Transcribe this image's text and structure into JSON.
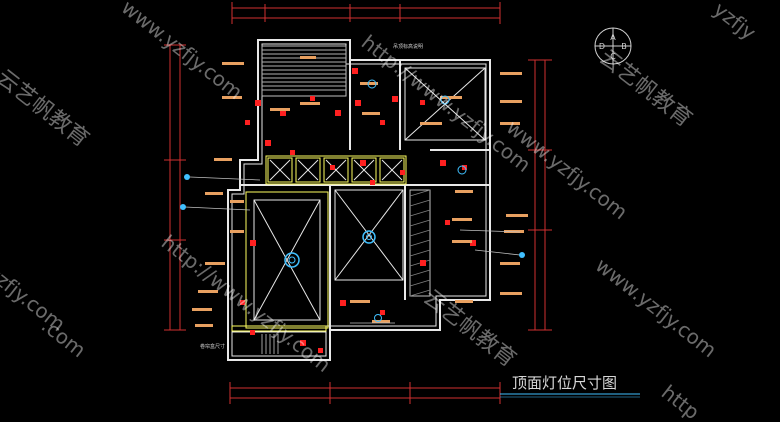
{
  "drawing": {
    "title": "顶面灯位尺寸图",
    "small_label_top": "吊顶标高说明",
    "small_label_bottom": "卷帘盒尺寸",
    "compass_letters": [
      "A",
      "B",
      "C",
      "D"
    ]
  },
  "watermarks": {
    "url": "www.yzfjy.com",
    "brand": "云艺帆教育",
    "http": "http://www.yzfjy.com",
    "partial_url": "yzfjy.com",
    "partial_com": ".com",
    "partial_yz": "yzfjy",
    "partial_http": "http"
  },
  "colors": {
    "wall": "#e8e8e8",
    "dim": "#d03030",
    "label": "#e8a060",
    "accent": "#ffff60",
    "cyan": "#40c0ff",
    "title": "#d8d8d8"
  }
}
